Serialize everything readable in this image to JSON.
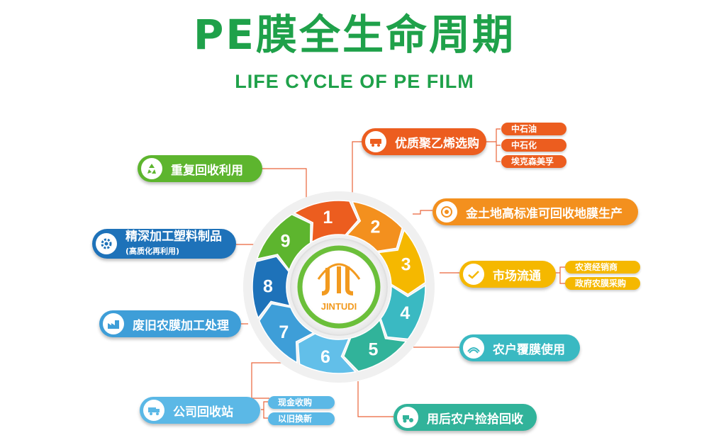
{
  "title": "PE膜全生命周期",
  "subtitle": "LIFE CYCLE OF PE FILM",
  "center_logo": {
    "text": "JINTUDI"
  },
  "cycle_numbers": [
    "1",
    "2",
    "3",
    "4",
    "5",
    "6",
    "7",
    "8",
    "9"
  ],
  "colors": {
    "title": "#1fa14a",
    "step1": "#ec5d1f",
    "step2": "#f3901e",
    "step3": "#f5b800",
    "step4": "#3ab9c2",
    "step5": "#31b39a",
    "step6": "#62bfe9",
    "step7": "#3e9ed8",
    "step8": "#1e72b9",
    "step9": "#5db52e"
  },
  "stages": [
    {
      "number": "1",
      "label": "优质聚乙烯选购",
      "icon": "truck-icon",
      "tags": [
        "中石油",
        "中石化",
        "埃克森美孚"
      ]
    },
    {
      "number": "2",
      "label": "金土地高标准可回收地膜生产",
      "icon": "film-roll-icon",
      "tags": []
    },
    {
      "number": "3",
      "label": "市场流通",
      "icon": "handshake-icon",
      "tags": [
        "农资经销商",
        "政府农膜采购"
      ]
    },
    {
      "number": "4",
      "label": "农户覆膜使用",
      "icon": "field-icon",
      "tags": []
    },
    {
      "number": "5",
      "label": "用后农户捡拾回收",
      "icon": "tractor-icon",
      "tags": []
    },
    {
      "number": "6",
      "label": "公司回收站",
      "icon": "recycle-truck-icon",
      "tags": [
        "现金收购",
        "以旧换新"
      ]
    },
    {
      "number": "7",
      "label": "废旧农膜加工处理",
      "icon": "factory-icon",
      "tags": []
    },
    {
      "number": "8",
      "label": "精深加工塑料制品",
      "sublabel": "(高质化再利用)",
      "icon": "gear-icon",
      "tags": []
    },
    {
      "number": "9",
      "label": "重复回收利用",
      "icon": "recycle-icon",
      "tags": []
    }
  ]
}
